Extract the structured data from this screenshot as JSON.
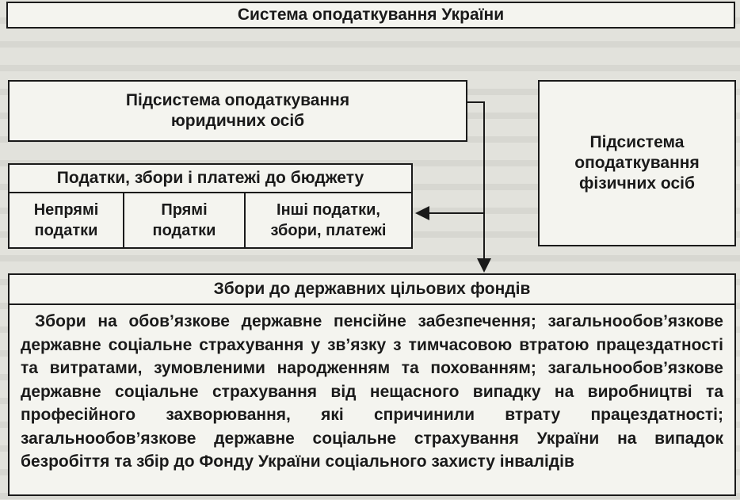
{
  "title": "Система оподаткування України",
  "legal_subsystem": {
    "line1": "Підсистема оподаткування",
    "line2": "юридичних осіб"
  },
  "physical_subsystem": {
    "line1": "Підсистема",
    "line2": "оподаткування",
    "line3": "фізичних осіб"
  },
  "budget_taxes": {
    "title": "Податки, збори і платежі до бюджету",
    "columns": [
      {
        "line1": "Непрямі",
        "line2": "податки"
      },
      {
        "line1": "Прямі",
        "line2": "податки"
      },
      {
        "line1": "Інші податки,",
        "line2": "збори, платежі"
      }
    ]
  },
  "funds": {
    "title": "Збори до державних цільових фондів",
    "text": "Збори на обов’язкове державне пенсійне забезпечення; загальнообов’язкове державне соціальне страхування у зв’язку з тимчасовою втратою працездатності та витратами, зумовленими народженням та похованням; загальнообов’язкове державне соціальне страхування від нещасного випадку на виробництві та професійного захворювання, які спричинили втрату працездатності; загальнообов’язкове державне соціальне страхування України на випадок безробіття та збір до Фонду України соціального захисту інвалідів"
  }
}
